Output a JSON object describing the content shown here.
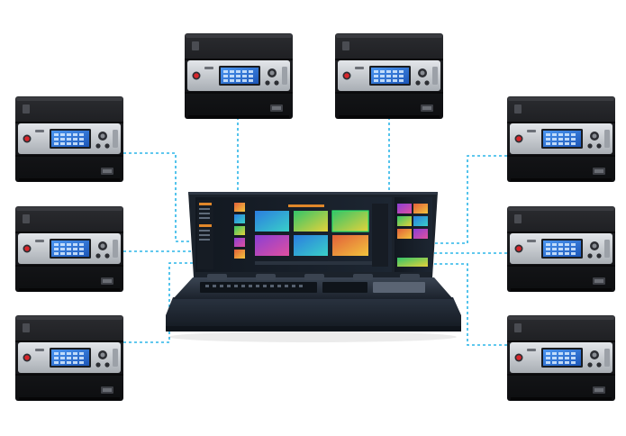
{
  "diagram": {
    "hub": {
      "name": "control-console",
      "screen_count": 2
    },
    "units": [
      {
        "id": "unit-1",
        "column": "left",
        "row": 1
      },
      {
        "id": "unit-2",
        "column": "left",
        "row": 2
      },
      {
        "id": "unit-3",
        "column": "left",
        "row": 3
      },
      {
        "id": "unit-4",
        "column": "top",
        "row": 1
      },
      {
        "id": "unit-5",
        "column": "top",
        "row": 2
      },
      {
        "id": "unit-6",
        "column": "right",
        "row": 1
      },
      {
        "id": "unit-7",
        "column": "right",
        "row": 2
      },
      {
        "id": "unit-8",
        "column": "right",
        "row": 3
      }
    ],
    "unit_count": 8
  },
  "colors": {
    "connector": "#2bb5e8",
    "chassis": "#1a1b1e",
    "front_panel": "#c8ccd1",
    "lcd": "#2d7be0",
    "power_button": "#d8262b",
    "console_body": "#1e2530",
    "background": "#ffffff"
  }
}
